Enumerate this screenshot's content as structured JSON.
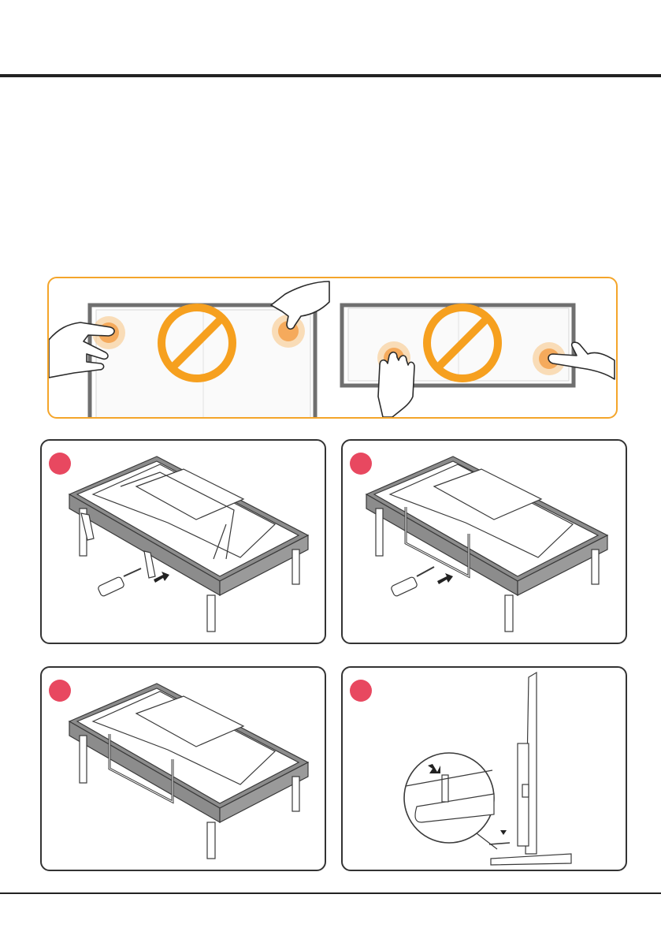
{
  "colors": {
    "rule": "#222222",
    "warning_accent": "#f4a52a",
    "prohibited_sign": "#f6a01f",
    "touch_glow": "#f39a3d",
    "step_badge": "#e84860",
    "panel_border": "#333333",
    "line_art": "#3a3a3a",
    "table_top": "#8c8c8c"
  },
  "warning": {
    "icons": [
      "hand-pointing-icon",
      "prohibited-icon",
      "hand-pressing-icon"
    ],
    "left_illustration": "do-not-press-screen-face-up",
    "right_illustration": "do-not-press-screen-edge"
  },
  "steps": [
    {
      "badge_color": "#e84860",
      "icon": "screwdriver-icon",
      "illustration": "attach-leg-brackets"
    },
    {
      "badge_color": "#e84860",
      "icon": "screwdriver-icon",
      "illustration": "attach-stand-frame"
    },
    {
      "badge_color": "#e84860",
      "icon": "stand-icon",
      "illustration": "stand-attached"
    },
    {
      "badge_color": "#e84860",
      "icon": "side-view-icon",
      "illustration": "tv-upright-side-view"
    }
  ]
}
